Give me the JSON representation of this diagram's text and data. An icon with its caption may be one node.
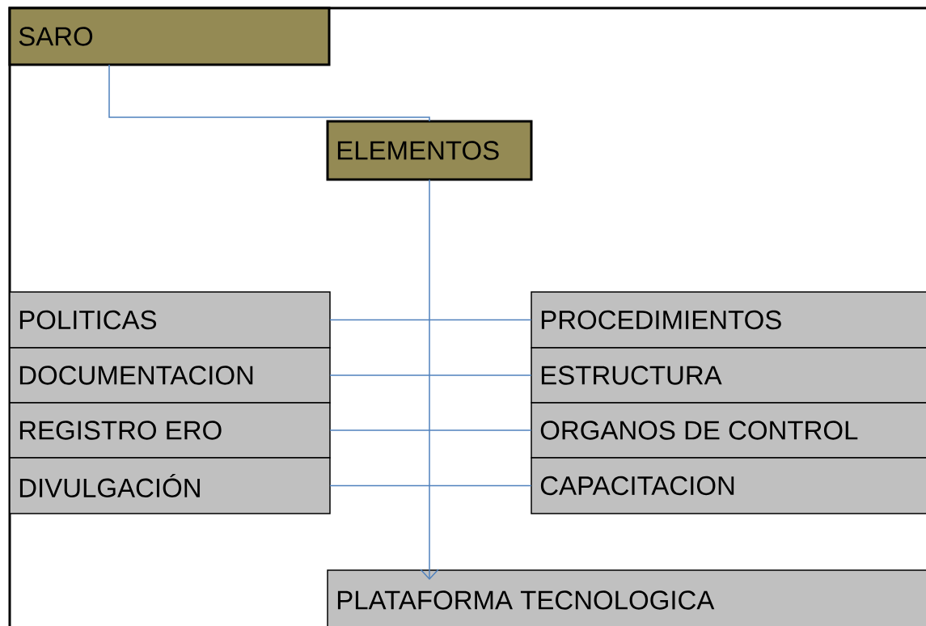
{
  "diagram": {
    "nodes": [
      {
        "text": [
          "SARO"
        ]
      },
      {
        "text": [
          "ELEMENTOS"
        ]
      },
      {
        "text": [
          "POLITICAS"
        ]
      },
      {
        "text": [
          "PROCEDIMIENTOS"
        ]
      },
      {
        "text": [
          "DOCUMENTACION"
        ]
      },
      {
        "text": [
          "ESTRUCTURA"
        ]
      },
      {
        "text": [
          "REGISTRO ERO"
        ]
      },
      {
        "text": [
          "ORGANOS DE CONTROL"
        ]
      },
      {
        "text": [
          "DIVULGACIÓN"
        ]
      },
      {
        "text": [
          "CAPACITACION"
        ]
      },
      {
        "text": [
          "PLATAFORMA TECNOLOGICA"
        ]
      }
    ],
    "edges": [
      {
        "from": 0,
        "to": 1,
        "arrow": "none"
      },
      {
        "from": 1,
        "to": 10,
        "arrow": "to"
      },
      {
        "from": 2,
        "to": 3,
        "arrow": "none"
      },
      {
        "from": 4,
        "to": 5,
        "arrow": "none"
      },
      {
        "from": 6,
        "to": 7,
        "arrow": "none"
      },
      {
        "from": 8,
        "to": 9,
        "arrow": "none"
      }
    ]
  }
}
